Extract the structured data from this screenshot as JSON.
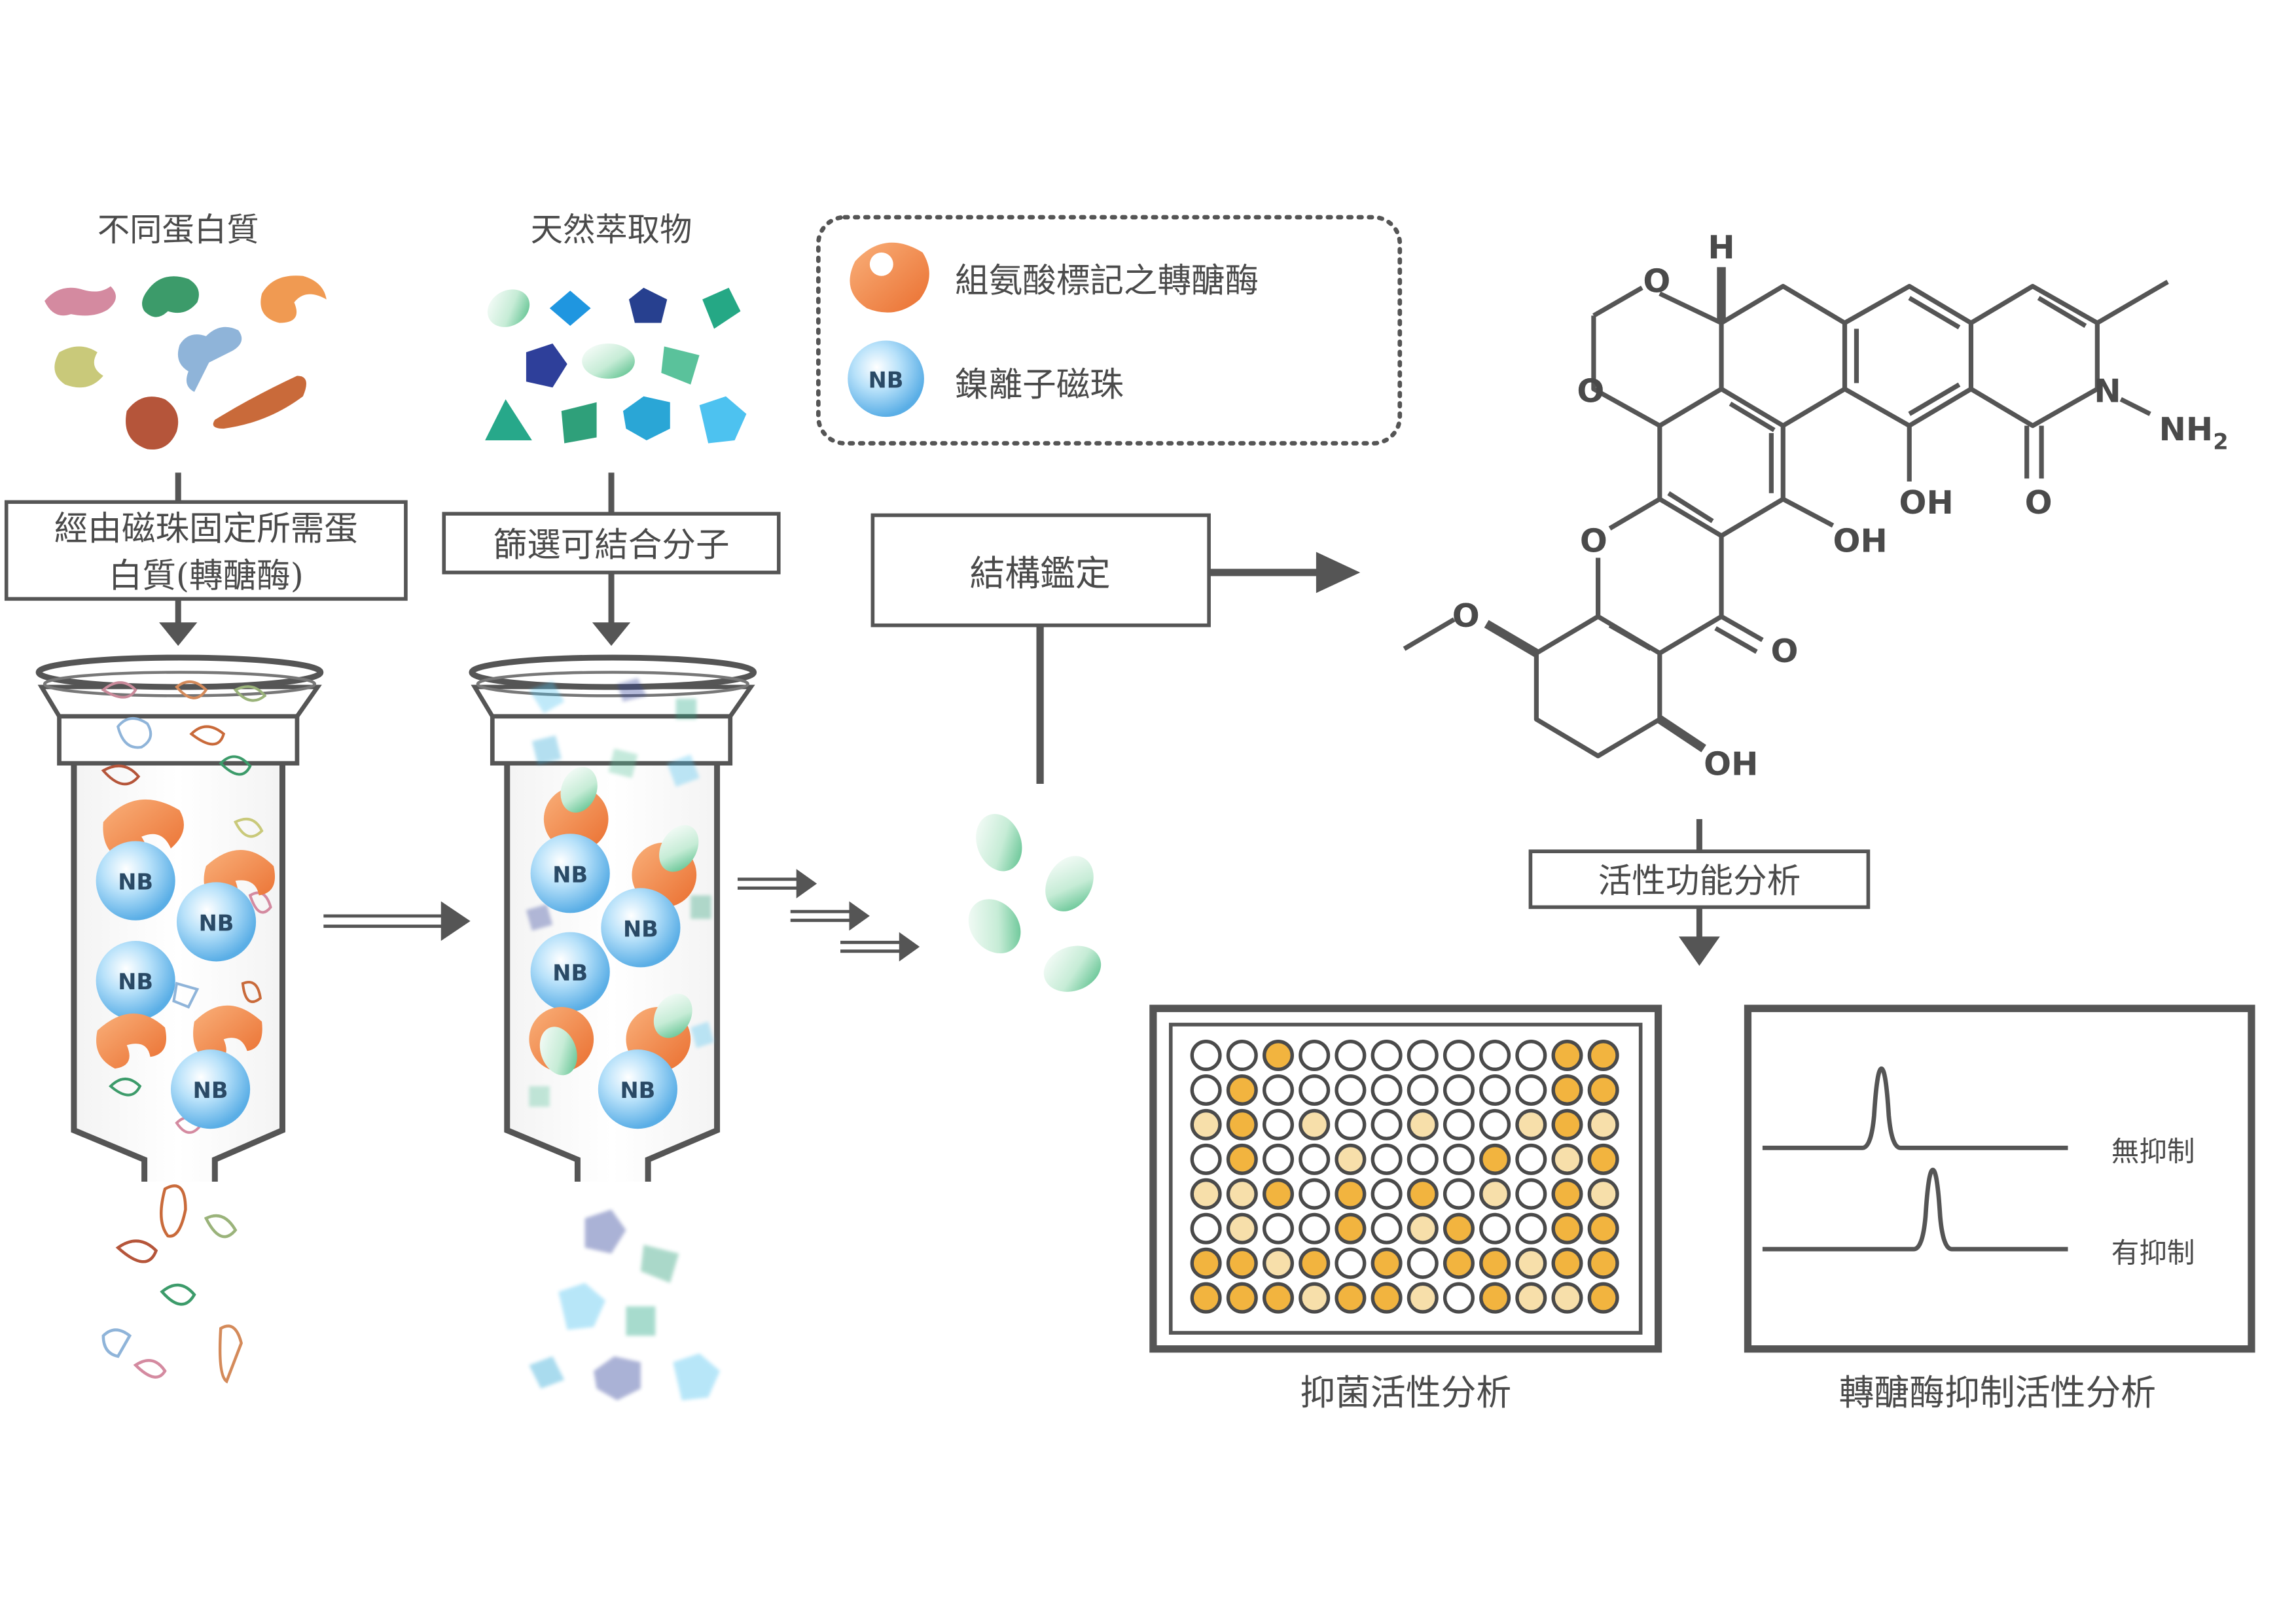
{
  "column1": {
    "top_label": "不同蛋白質",
    "box_line1": "經由磁珠固定所需蛋",
    "box_line2": "白質(轉醣酶)"
  },
  "column2": {
    "top_label": "天然萃取物",
    "box_label": "篩選可結合分子"
  },
  "legend": {
    "enzyme_label": "組氨酸標記之轉醣酶",
    "bead_symbol": "NB",
    "bead_label": "鎳離子磁珠"
  },
  "structure_box": "結構鑑定",
  "activity_box": "活性功能分析",
  "molecule": {
    "h": "H",
    "o": "O",
    "n": "N",
    "nh2": "NH",
    "nh2_sub": "2",
    "oh": "OH"
  },
  "plate": {
    "caption": "抑菌活性分析",
    "rows": [
      "WWOWWWWWWWOO",
      "WOWWWWWWWWOO",
      "LOWLWWLWWLOL",
      "WOWWLWWWOWLO",
      "LLOWOWOWLWOL",
      "WLWWOWLOWWOO",
      "OOLOWOWOOLOO",
      "OOOLOOLWOLLO"
    ],
    "colors": {
      "W": "#ffffff",
      "O": "#f2b43f",
      "L": "#f7dfaa"
    }
  },
  "chromatogram": {
    "caption": "轉醣酶抑制活性分析",
    "trace1_label": "無抑制",
    "trace2_label": "有抑制"
  },
  "colors": {
    "line": "#555555",
    "enzyme_orange": "#f08a4b",
    "bead_blue": "#9fd4f5",
    "pill_green": "#7fd2a6"
  }
}
